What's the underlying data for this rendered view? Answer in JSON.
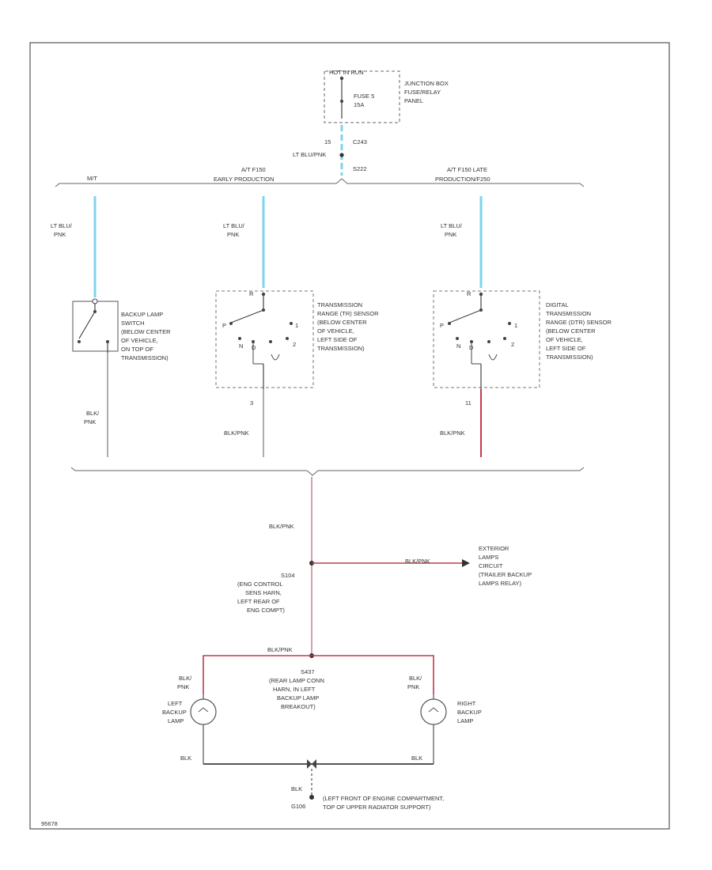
{
  "colors": {
    "wire_blue": "#7fd3ee",
    "wire_pink": "#d9a0ac",
    "wire_red": "#c23a4e",
    "ink": "#333333",
    "border": "#555555"
  },
  "power": {
    "source": "HOT IN RUN",
    "fuse": "FUSE 5",
    "fuse_rating": "15A",
    "panel": [
      "JUNCTION BOX",
      "FUSE/RELAY",
      "PANEL"
    ],
    "pin": "15",
    "connector": "C243",
    "splice": "S222",
    "wire": "LT BLU/PNK"
  },
  "branches": {
    "mt": "M/T",
    "at_early": [
      "A/T F150",
      "EARLY PRODUCTION"
    ],
    "at_late": [
      "A/T F150 LATE",
      "PRODUCTION/F250"
    ]
  },
  "mt_column": {
    "wire_top": [
      "LT BLU/",
      "PNK"
    ],
    "switch": [
      "BACKUP LAMP",
      "SWITCH",
      "(BELOW CENTER",
      "OF VEHICLE,",
      "ON TOP OF",
      "TRANSMISSION)"
    ],
    "wire_bottom": [
      "BLK/",
      "PNK"
    ]
  },
  "early_column": {
    "wire_top": [
      "LT BLU/",
      "PNK"
    ],
    "sensor": [
      "TRANSMISSION",
      "RANGE (TR) SENSOR",
      "(BELOW CENTER",
      "OF VEHICLE,",
      "LEFT SIDE OF",
      "TRANSMISSION)"
    ],
    "gears": [
      "R",
      "P",
      "N",
      "D",
      "2",
      "1"
    ],
    "pin": "3",
    "wire_bottom": "BLK/PNK"
  },
  "late_column": {
    "wire_top": [
      "LT BLU/",
      "PNK"
    ],
    "sensor": [
      "DIGITAL",
      "TRANSMISSION",
      "RANGE (DTR) SENSOR",
      "(BELOW CENTER",
      "OF VEHICLE,",
      "LEFT SIDE OF",
      "TRANSMISSION)"
    ],
    "gears": [
      "R",
      "P",
      "N",
      "D",
      "2",
      "1"
    ],
    "pin": "11",
    "wire_bottom": "BLK/PNK"
  },
  "trunk": {
    "wire": "BLK/PNK",
    "splice": [
      "S104",
      "(ENG CONTROL",
      "SENS HARN,",
      "LEFT REAR OF",
      "ENG COMPT)"
    ],
    "branch_wire": "BLK/PNK",
    "exterior": [
      "EXTERIOR",
      "LAMPS",
      "CIRCUIT",
      "(TRAILER BACKUP",
      "LAMPS RELAY)"
    ]
  },
  "rear": {
    "wire_top": "BLK/PNK",
    "splice": [
      "S437",
      "(REAR LAMP CONN",
      "HARN, IN LEFT",
      "BACKUP LAMP",
      "BREAKOUT)"
    ],
    "left_wire": [
      "BLK/",
      "PNK"
    ],
    "left_lamp": [
      "LEFT",
      "BACKUP",
      "LAMP"
    ],
    "right_wire": [
      "BLK/",
      "PNK"
    ],
    "right_lamp": [
      "RIGHT",
      "BACKUP",
      "LAMP"
    ],
    "ground_left": "BLK",
    "ground_right": "BLK"
  },
  "ground": {
    "wire": "BLK",
    "id": "G106",
    "location": [
      "(LEFT FRONT OF ENGINE COMPARTMENT,",
      "TOP OF UPPER RADIATOR SUPPORT)"
    ]
  },
  "footer": {
    "code": "95678"
  }
}
